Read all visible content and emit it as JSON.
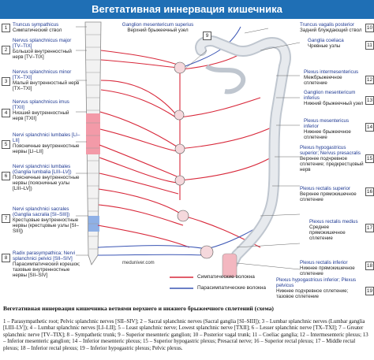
{
  "title": "Вегетативная иннервация кишечника",
  "labels_left": [
    {
      "num": "1",
      "latin": "Truncus sympathicus",
      "ru": "Симпатический ствол"
    },
    {
      "num": "2",
      "latin": "Nervus splanchnicus major [TV–TIX]",
      "ru": "Большой внутренностный нерв [TV–TIX]"
    },
    {
      "num": "3",
      "latin": "Nervus splanchnicus minor [TX–TXI]",
      "ru": "Малый внутренностный нерв [TX–TXI]"
    },
    {
      "num": "4",
      "latin": "Nervus splanchnicus imus [TXII]",
      "ru": "Низший внутренностный нерв [TXII]"
    },
    {
      "num": "5",
      "latin": "Nervi splanchnici lumbales [LI–LII]",
      "ru": "Поясничные внутренностные нервы [LI–LII]"
    },
    {
      "num": "6",
      "latin": "Nervi splanchnici lumbales (Ganglia lumbalia [LIII–LV])",
      "ru": "Поясничные внутренностные нервы (поясничные узлы [LIII–LV])"
    },
    {
      "num": "7",
      "latin": "Nervi splanchnici sacrales (Ganglia sacralia [SI–SIII])",
      "ru": "Крестцовые внутренностные нервы (крестцовые узлы [SI–SIII])"
    },
    {
      "num": "8",
      "latin": "Radix parasympathica; Nervi splanchnici pelvici [SII–SIV]",
      "ru": "Парасимпатический корешок; тазовые внутренностные нервы [SII–SIV]"
    }
  ],
  "labels_right": [
    {
      "num": "9",
      "latin": "Ganglion mesentericum superius",
      "ru": "Верхний брыжеечный узел"
    },
    {
      "num": "10",
      "latin": "Truncus vagalis posterior",
      "ru": "Задний блуждающий ствол"
    },
    {
      "num": "11",
      "latin": "Ganglia coeliaca",
      "ru": "Чревные узлы"
    },
    {
      "num": "12",
      "latin": "Plexus intermesentericus",
      "ru": "Межбрыжеечное сплетение"
    },
    {
      "num": "13",
      "latin": "Ganglion mesentericum inferius",
      "ru": "Нижний брыжеечный узел"
    },
    {
      "num": "14",
      "latin": "Plexus mesentericus inferior",
      "ru": "Нижнее брыжеечное сплетение"
    },
    {
      "num": "15",
      "latin": "Plexus hypogastricus superior; Nervus presacralis",
      "ru": "Верхнее подчревное сплетение; предкрестцовый нерв"
    },
    {
      "num": "16",
      "latin": "Plexus rectalis superior",
      "ru": "Верхнее прямокишечное сплетение"
    },
    {
      "num": "17",
      "latin": "Plexus rectalis medius",
      "ru": "Среднее прямокишечное сплетение"
    },
    {
      "num": "18",
      "latin": "Plexus rectalis inferior",
      "ru": "Нижнее прямокишечное сплетение"
    },
    {
      "num": "19",
      "latin": "Plexus hypogastricus inferior; Plexus pelvicus",
      "ru": "Нижнее подчревное сплетение; тазовое сплетение"
    }
  ],
  "legend": {
    "sympathetic": "Симпатические волокна",
    "parasympathetic": "Парасимпатические волокна"
  },
  "watermark": "meduniver.com",
  "caption_title": "Вегетативная иннервация кишечника ветвями верхнего и нижнего брыжеечного сплетений (схема)",
  "caption_body": "1 – Parasympathetic root; Pelvic splanchnic nerves [SII–SIV]; 2 – Sacral splanchnic nerves (Sacral ganglia [SI–SIII]); 3 – Lumbar splanchnic nerves (Lumbar ganglia [LIII–LV]); 4 – Lumbar splanchnic nerves [LI–LII]; 5 – Least splanchnic nerve; Lowest splanchnic nerve [TXII]; 6 – Lesser splanchnic nerve [TX–TXI]; 7 – Greater splanchnic nerve [TV–TIX]; 8 – Sympathetic trunk; 9 – Superior mesenteric ganglion; 10 – Posterior vagal trunk; 11 – Coeliac ganglia; 12 – Intermesenteric plexus; 13 – Inferior mesenteric ganglion; 14 – Inferior mesenteric plexus; 15 – Superior hypogastric plexus; Presacral nerve; 16 – Superior rectal plexus; 17 – Middle rectal plexus; 18 – Inferior rectal plexus; 19 – Inferior hypogastric plexus; Pelvic plexus.",
  "colors": {
    "sympathetic": "#d8283a",
    "parasympathetic": "#3a55b4",
    "accent": "#1f6fb5"
  }
}
